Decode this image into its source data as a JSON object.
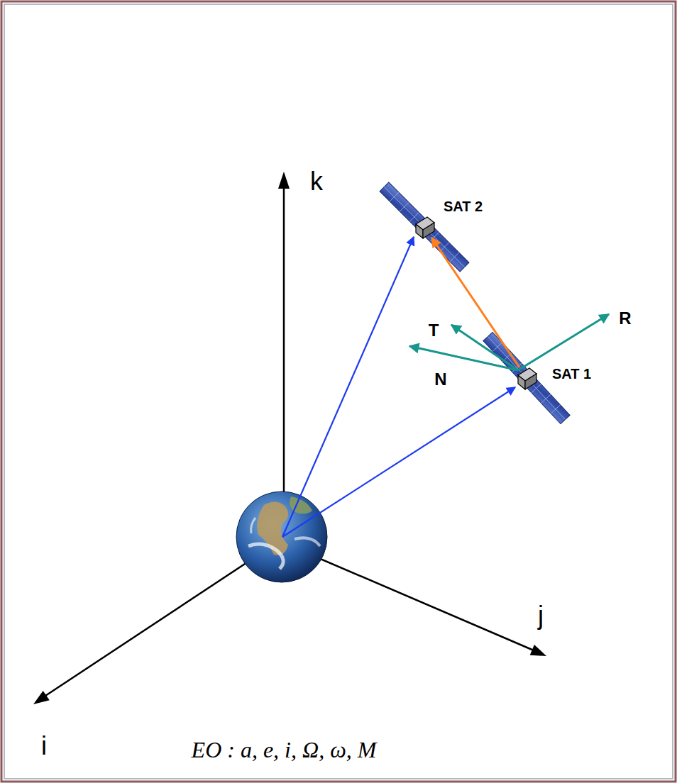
{
  "diagram": {
    "nodes": [
      {
        "text": [
          "SAT 2"
        ]
      },
      {
        "text": [
          "SAT 1"
        ]
      }
    ],
    "edges": [
      {
        "from": 1,
        "to": 0,
        "arrow": "to"
      }
    ],
    "labels": [
      "k",
      "R",
      "T",
      "N",
      "j",
      "i",
      "EO : a, e, i, Ω, ω, M"
    ]
  }
}
